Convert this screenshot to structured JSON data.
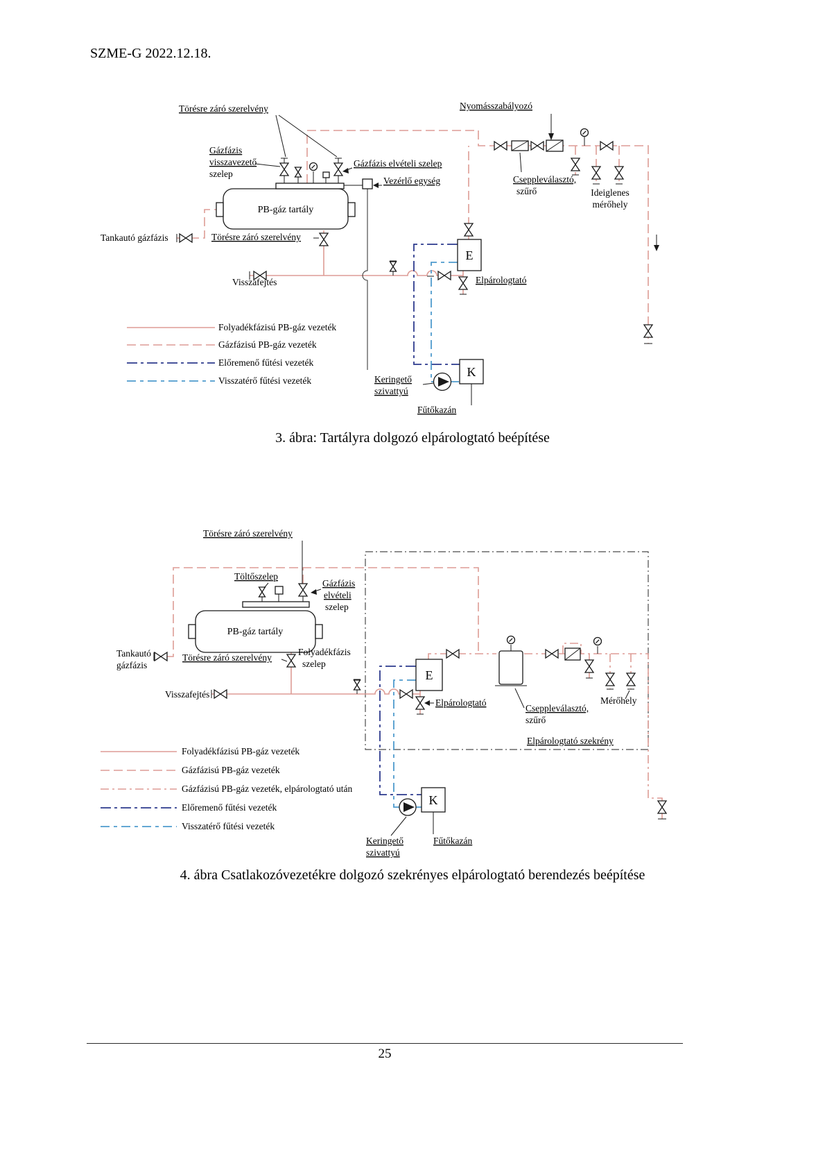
{
  "page": {
    "header": "SZME-G 2022.12.18.",
    "page_number": "25"
  },
  "colors": {
    "pb_liquid_pipe": "#dd9c95",
    "pb_gas_pipe": "#dd9c95",
    "heating_supply_pipe": "#2d3a8d",
    "heating_return_pipe": "#4f9bcd",
    "equipment_outline": "#1a1a1a"
  },
  "fig3": {
    "caption": "3. ábra: Tartályra dolgozó elpárologtató beépítése",
    "labels": {
      "break_valve_top": "Törésre záró szerelvény",
      "pressure_regulator": "Nyomásszabályozó",
      "gas_return_1": "Gázfázis",
      "gas_return_2": "visszavezető",
      "gas_return_3": "szelep",
      "gas_extraction": "Gázfázis elvételi szelep",
      "control_unit": "Vezérlő egység",
      "separator_1": "Cseppleválasztó,",
      "separator_2": "szűrő",
      "temp_meter_1": "Ideiglenes",
      "temp_meter_2": "mérőhely",
      "tank": "PB-gáz tartály",
      "tanker": "Tankautó gázfázis",
      "break_valve_bottom": "Törésre záró szerelvény",
      "regasify": "Visszafejtés",
      "evaporator_letter": "E",
      "evaporator": "Elpárologtató",
      "pump_1": "Keringető",
      "pump_2": "szivattyú",
      "boiler_letter": "K",
      "boiler": "Fűtőkazán"
    },
    "legend": [
      "Folyadékfázisú PB-gáz vezeték",
      "Gázfázisú PB-gáz vezeték",
      "Előremenő fűtési vezeték",
      "Visszatérő fűtési vezeték"
    ]
  },
  "fig4": {
    "caption": "4. ábra Csatlakozóvezetékre dolgozó szekrényes elpárologtató berendezés beépítése",
    "labels": {
      "break_valve_top": "Törésre záró szerelvény",
      "fill_valve": "Töltőszelep",
      "gas_extraction_1": "Gázfázis",
      "gas_extraction_2": "elvételi",
      "gas_extraction_3": "szelep",
      "tank": "PB-gáz tartály",
      "tanker_1": "Tankautó",
      "tanker_2": "gázfázis",
      "break_valve_bottom": "Törésre záró szerelvény",
      "liquid_valve_1": "Folyadékfázis",
      "liquid_valve_2": "szelep",
      "regasify": "Visszafejtés",
      "evaporator_letter": "E",
      "evaporator": "Elpárologtató",
      "separator_1": "Cseppleválasztó,",
      "separator_2": "szűrő",
      "meter": "Mérőhely",
      "cabinet": "Elpárologtató szekrény",
      "pump_1": "Keringető",
      "pump_2": "szivattyú",
      "boiler_letter": "K",
      "boiler": "Fűtőkazán"
    },
    "legend": [
      "Folyadékfázisú PB-gáz vezeték",
      "Gázfázisú PB-gáz vezeték",
      "Gázfázisú PB-gáz vezeték, elpárologtató után",
      "Előremenő fűtési vezeték",
      "Visszatérő fűtési vezeték"
    ]
  }
}
